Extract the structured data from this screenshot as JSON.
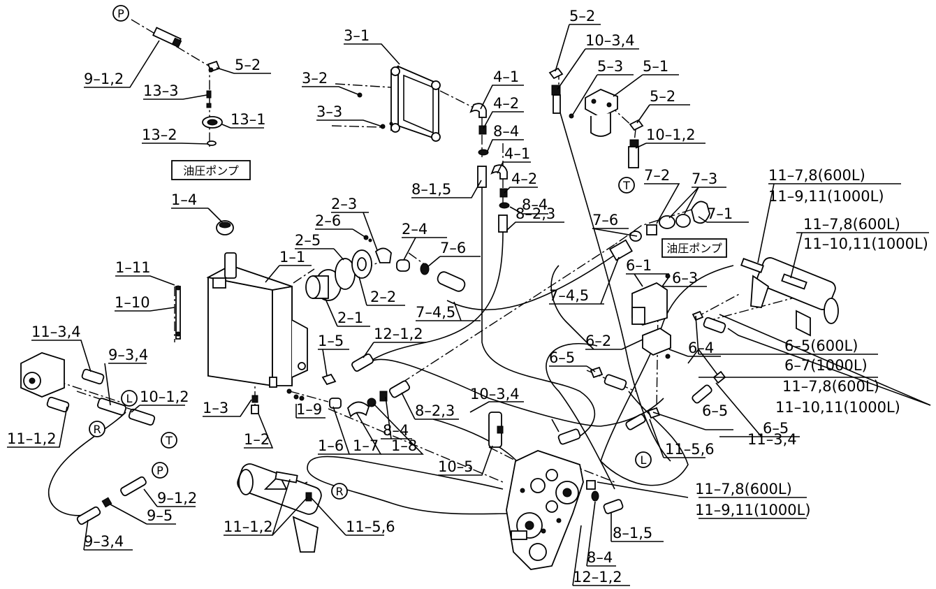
{
  "callouts": [
    {
      "id": "9-1,2-a",
      "text": "9–1,2"
    },
    {
      "id": "5-2-a",
      "text": "5–2"
    },
    {
      "id": "13-3",
      "text": "13–3"
    },
    {
      "id": "13-1",
      "text": "13–1"
    },
    {
      "id": "13-2",
      "text": "13–2"
    },
    {
      "id": "3-1",
      "text": "3–1"
    },
    {
      "id": "3-2",
      "text": "3–2"
    },
    {
      "id": "3-3",
      "text": "3–3"
    },
    {
      "id": "4-1-a",
      "text": "4–1"
    },
    {
      "id": "4-2-a",
      "text": "4–2"
    },
    {
      "id": "8-4-a",
      "text": "8–4"
    },
    {
      "id": "4-1-b",
      "text": "4–1"
    },
    {
      "id": "4-2-b",
      "text": "4–2"
    },
    {
      "id": "8-1,5-a",
      "text": "8–1,5"
    },
    {
      "id": "8-4-b",
      "text": "8–4"
    },
    {
      "id": "8-2,3-a",
      "text": "8–2,3"
    },
    {
      "id": "5-2-b",
      "text": "5–2"
    },
    {
      "id": "10-3,4-a",
      "text": "10–3,4"
    },
    {
      "id": "5-3",
      "text": "5–3"
    },
    {
      "id": "5-1",
      "text": "5–1"
    },
    {
      "id": "5-2-c",
      "text": "5–2"
    },
    {
      "id": "10-1,2-a",
      "text": "10–1,2"
    },
    {
      "id": "7-2",
      "text": "7–2"
    },
    {
      "id": "7-3",
      "text": "7–3"
    },
    {
      "id": "7-1",
      "text": "7–1"
    },
    {
      "id": "7-6-a",
      "text": "7–6"
    },
    {
      "id": "11-7,8-a",
      "text": "11–7,8(600L)"
    },
    {
      "id": "11-9,11-a",
      "text": "11–9,11(1000L)"
    },
    {
      "id": "11-7,8-b",
      "text": "11–7,8(600L)"
    },
    {
      "id": "11-10,11-a",
      "text": "11–10,11(1000L)"
    },
    {
      "id": "1-4",
      "text": "1–4"
    },
    {
      "id": "2-3",
      "text": "2–3"
    },
    {
      "id": "2-6",
      "text": "2–6"
    },
    {
      "id": "2-4",
      "text": "2–4"
    },
    {
      "id": "2-5",
      "text": "2–5"
    },
    {
      "id": "7-6-b",
      "text": "7–6"
    },
    {
      "id": "1-1",
      "text": "1–1"
    },
    {
      "id": "1-11",
      "text": "1–11"
    },
    {
      "id": "1-10",
      "text": "1–10"
    },
    {
      "id": "2-2",
      "text": "2–2"
    },
    {
      "id": "2-1",
      "text": "2–1"
    },
    {
      "id": "7-4,5-a",
      "text": "7–4,5"
    },
    {
      "id": "7-4,5-b",
      "text": "7–4,5"
    },
    {
      "id": "6-1",
      "text": "6–1"
    },
    {
      "id": "6-3",
      "text": "6–3"
    },
    {
      "id": "12-1,2-a",
      "text": "12–1,2"
    },
    {
      "id": "1-5",
      "text": "1–5"
    },
    {
      "id": "6-2",
      "text": "6–2"
    },
    {
      "id": "6-5(600L)",
      "text": "6–5(600L)"
    },
    {
      "id": "6-7(1000L)",
      "text": "6–7(1000L)"
    },
    {
      "id": "11-3,4-a",
      "text": "11–3,4"
    },
    {
      "id": "9-3,4-a",
      "text": "9–3,4"
    },
    {
      "id": "10-1,2-b",
      "text": "10–1,2"
    },
    {
      "id": "6-5-a",
      "text": "6–5"
    },
    {
      "id": "6-4",
      "text": "6–4"
    },
    {
      "id": "11-7,8-c",
      "text": "11–7,8(600L)"
    },
    {
      "id": "11-10,11-b",
      "text": "11–10,11(1000L)"
    },
    {
      "id": "1-3",
      "text": "1–3"
    },
    {
      "id": "1-9",
      "text": "1–9"
    },
    {
      "id": "8-2,3-b",
      "text": "8–2,3"
    },
    {
      "id": "10-3,4-b",
      "text": "10–3,4"
    },
    {
      "id": "6-5-b",
      "text": "6–5"
    },
    {
      "id": "11-1,2-a",
      "text": "11–1,2"
    },
    {
      "id": "1-2",
      "text": "1–2"
    },
    {
      "id": "8-4-c",
      "text": "8–4"
    },
    {
      "id": "1-6",
      "text": "1–6"
    },
    {
      "id": "1-7",
      "text": "1–7"
    },
    {
      "id": "1-8",
      "text": "1–8"
    },
    {
      "id": "6-5-c",
      "text": "6–5"
    },
    {
      "id": "11-5,6-a",
      "text": "11–5,6"
    },
    {
      "id": "11-3,4-b",
      "text": "11–3,4"
    },
    {
      "id": "10-5",
      "text": "10–5"
    },
    {
      "id": "9-1,2-b",
      "text": "9–1,2"
    },
    {
      "id": "11-7,8-d",
      "text": "11–7,8(600L)"
    },
    {
      "id": "11-9,11-b",
      "text": "11–9,11(1000L)"
    },
    {
      "id": "9-5",
      "text": "9–5"
    },
    {
      "id": "11-1,2-b",
      "text": "11–1,2"
    },
    {
      "id": "11-5,6-b",
      "text": "11–5,6"
    },
    {
      "id": "8-1,5-b",
      "text": "8–1,5"
    },
    {
      "id": "9-3,4-b",
      "text": "9–3,4"
    },
    {
      "id": "8-4-d",
      "text": "8–4"
    },
    {
      "id": "12-1,2-b",
      "text": "12–1,2"
    }
  ],
  "captions": {
    "pump_left": "油圧ポンプ",
    "pump_right": "油圧ポンプ"
  },
  "markers": {
    "P_top": "P",
    "P_bottom": "P",
    "T_upper": "T",
    "T_left": "T",
    "L_left": "L",
    "L_right": "L",
    "R_left": "R",
    "R_center": "R"
  }
}
